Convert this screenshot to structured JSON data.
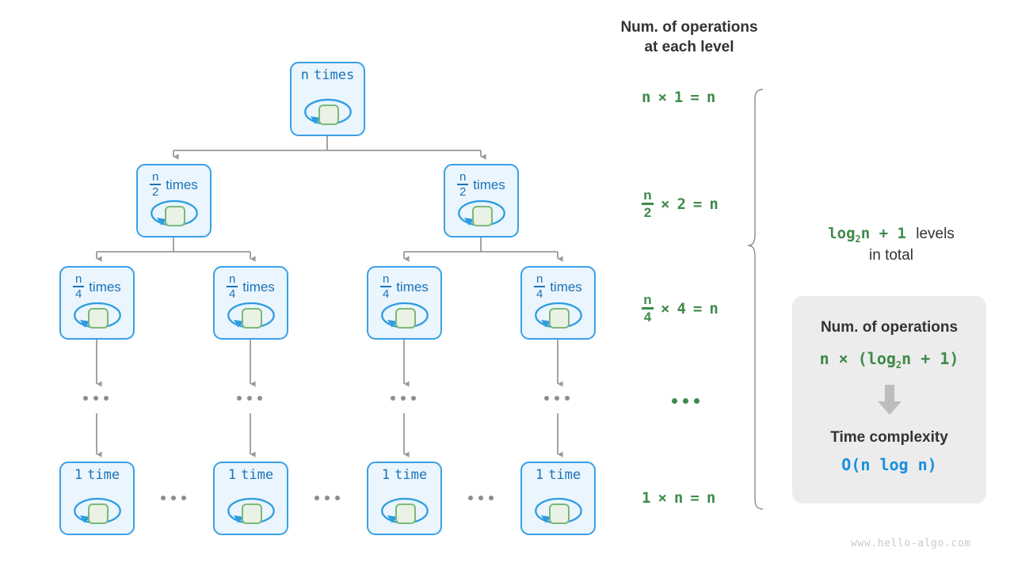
{
  "colors": {
    "node_border": "#3aa0e8",
    "node_fill": "#eaf5fd",
    "node_text": "#1a73b8",
    "inner_box_border": "#7cb878",
    "inner_box_fill": "#e9f2e4",
    "connector": "#9a9a9a",
    "formula_green": "#3f8a4a",
    "complexity_blue": "#1a8fe0",
    "heading_text": "#323232",
    "card_bg": "#ececec",
    "watermark": "#c9c9c9"
  },
  "tree": {
    "levels": [
      {
        "level": 1,
        "nodes": [
          {
            "count_numer": "n",
            "count_denom": "",
            "count_plain": "n",
            "unit": "times",
            "style": "plain"
          }
        ]
      },
      {
        "level": 2,
        "nodes": [
          {
            "count_numer": "n",
            "count_denom": "2",
            "count_plain": "",
            "unit": "times",
            "style": "fraction"
          },
          {
            "count_numer": "n",
            "count_denom": "2",
            "count_plain": "",
            "unit": "times",
            "style": "fraction"
          }
        ]
      },
      {
        "level": 3,
        "nodes": [
          {
            "count_numer": "n",
            "count_denom": "4",
            "count_plain": "",
            "unit": "times",
            "style": "fraction"
          },
          {
            "count_numer": "n",
            "count_denom": "4",
            "count_plain": "",
            "unit": "times",
            "style": "fraction"
          },
          {
            "count_numer": "n",
            "count_denom": "4",
            "count_plain": "",
            "unit": "times",
            "style": "fraction"
          },
          {
            "count_numer": "n",
            "count_denom": "4",
            "count_plain": "",
            "unit": "times",
            "style": "fraction"
          }
        ]
      },
      {
        "level": 4,
        "nodes": [
          {
            "count_plain": "…",
            "unit": "",
            "style": "ellipsis"
          },
          {
            "count_plain": "…",
            "unit": "",
            "style": "ellipsis"
          },
          {
            "count_plain": "…",
            "unit": "",
            "style": "ellipsis"
          },
          {
            "count_plain": "…",
            "unit": "",
            "style": "ellipsis"
          }
        ]
      },
      {
        "level": 5,
        "nodes": [
          {
            "count_plain": "1",
            "unit": "time",
            "style": "plain"
          },
          {
            "count_plain": "1",
            "unit": "time",
            "style": "plain"
          },
          {
            "count_plain": "1",
            "unit": "time",
            "style": "plain"
          },
          {
            "count_plain": "1",
            "unit": "time",
            "style": "plain"
          }
        ]
      }
    ]
  },
  "operations_column": {
    "heading_line1": "Num. of operations",
    "heading_line2": "at each level",
    "rows": [
      {
        "numer": "n",
        "denom": "",
        "times_symbol": "×",
        "multiplier": "1",
        "equals": "=",
        "result": "n",
        "style": "plain"
      },
      {
        "numer": "n",
        "denom": "2",
        "times_symbol": "×",
        "multiplier": "2",
        "equals": "=",
        "result": "n",
        "style": "fraction"
      },
      {
        "numer": "n",
        "denom": "4",
        "times_symbol": "×",
        "multiplier": "4",
        "equals": "=",
        "result": "n",
        "style": "fraction"
      },
      {
        "style": "ellipsis"
      },
      {
        "numer": "1",
        "denom": "",
        "times_symbol": "×",
        "multiplier": "n",
        "equals": "=",
        "result": "n",
        "style": "plain"
      }
    ]
  },
  "levels_note": {
    "formula_prefix": "log",
    "formula_sub": "2",
    "formula_suffix": "n + 1",
    "trailing_word": "levels",
    "line2": "in total"
  },
  "summary_card": {
    "operations_title": "Num. of operations",
    "operations_formula_prefix": "n × (log",
    "operations_formula_sub": "2",
    "operations_formula_suffix": "n + 1)",
    "complexity_title": "Time complexity",
    "complexity_value": "O(n log n)",
    "arrow_icon": "down-arrow-icon"
  },
  "footer": {
    "watermark": "www.hello-algo.com"
  }
}
